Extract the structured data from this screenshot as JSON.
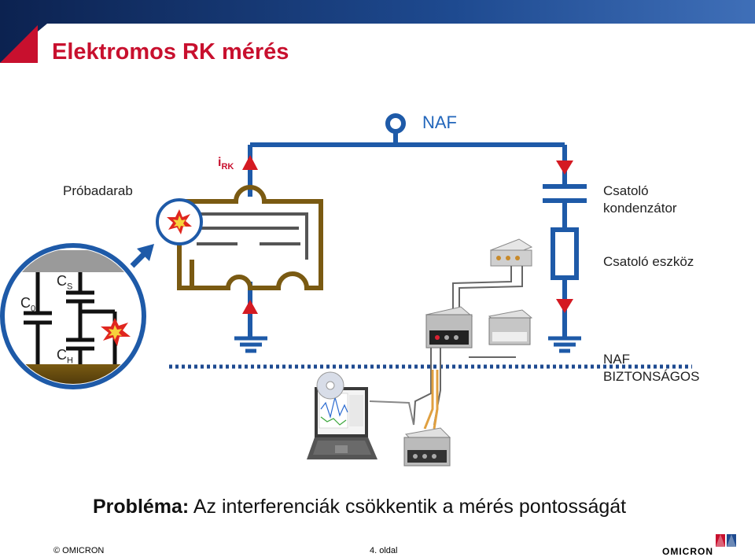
{
  "slide": {
    "title": "Elektromos RK mérés",
    "problem_bold": "Probléma:",
    "problem_text": " Az interferenciák csökkentik a mérés pontosságát"
  },
  "labels": {
    "naf": "NAF",
    "irk_main": "i",
    "irk_sub": "RK",
    "probadarab": "Próbadarab",
    "csatolo_kondenzator_1": "Csatoló",
    "csatolo_kondenzator_2": "kondenzátor",
    "csatolo_eszkoz": "Csatoló eszköz",
    "naf_biztonsagos_1": "NAF",
    "naf_biztonsagos_2": "BIZTONSÁGOS",
    "c0_main": "C",
    "c0_sub": "0",
    "cs_main": "C",
    "cs_sub": "S",
    "ch_main": "C",
    "ch_sub": "H"
  },
  "footer": {
    "copyright": "© OMICRON",
    "page": "4. oldal",
    "logo": "OMICRON"
  },
  "colors": {
    "title_red": "#c8102e",
    "circuit_blue": "#1e5aa8",
    "winding_brown": "#7a5a12",
    "arrow_red": "#d41a22",
    "header_dark": "#1a3a7a"
  }
}
